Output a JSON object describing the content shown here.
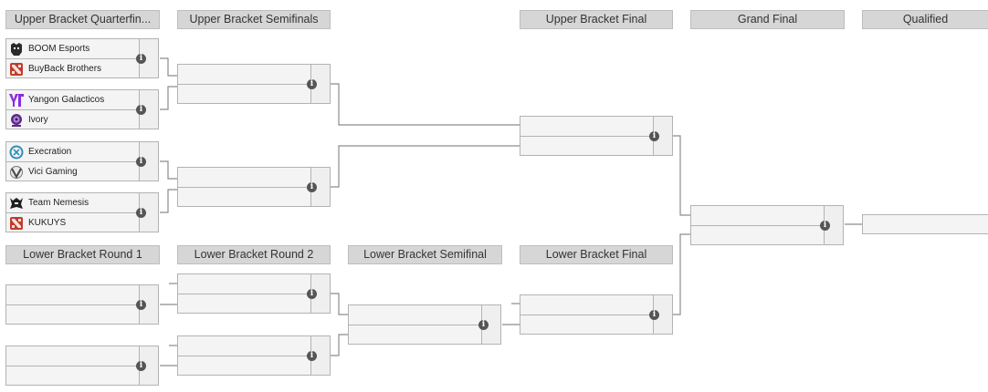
{
  "headers": {
    "ub_qf": "Upper Bracket Quarterfin...",
    "ub_sf": "Upper Bracket Semifinals",
    "ub_final": "Upper Bracket Final",
    "grand_final": "Grand Final",
    "qualified": "Qualified",
    "lb_r1": "Lower Bracket Round 1",
    "lb_r2": "Lower Bracket Round 2",
    "lb_sf": "Lower Bracket Semifinal",
    "lb_final": "Lower Bracket Final"
  },
  "info_glyph": "i",
  "ub_qf_matches": [
    {
      "team1": {
        "name": "BOOM Esports",
        "icon": "boom-esports-logo"
      },
      "team2": {
        "name": "BuyBack Brothers",
        "icon": "dota2-logo"
      }
    },
    {
      "team1": {
        "name": "Yangon Galacticos",
        "icon": "yangon-galacticos-logo"
      },
      "team2": {
        "name": "Ivory",
        "icon": "ivory-logo"
      }
    },
    {
      "team1": {
        "name": "Execration",
        "icon": "execration-logo"
      },
      "team2": {
        "name": "Vici Gaming",
        "icon": "vici-gaming-logo"
      }
    },
    {
      "team1": {
        "name": "Team Nemesis",
        "icon": "team-nemesis-logo"
      },
      "team2": {
        "name": "KUKUYS",
        "icon": "dota2-logo"
      }
    }
  ],
  "colors": {
    "header_bg": "#d6d6d6",
    "match_bg": "#f4f4f4",
    "border": "#b3b3b3",
    "connector": "#8c8c8c",
    "info_icon": "#555555",
    "yangon_purple": "#8a2be2",
    "boom_dark": "#2a2a2a",
    "dota_red": "#c23c2a"
  }
}
